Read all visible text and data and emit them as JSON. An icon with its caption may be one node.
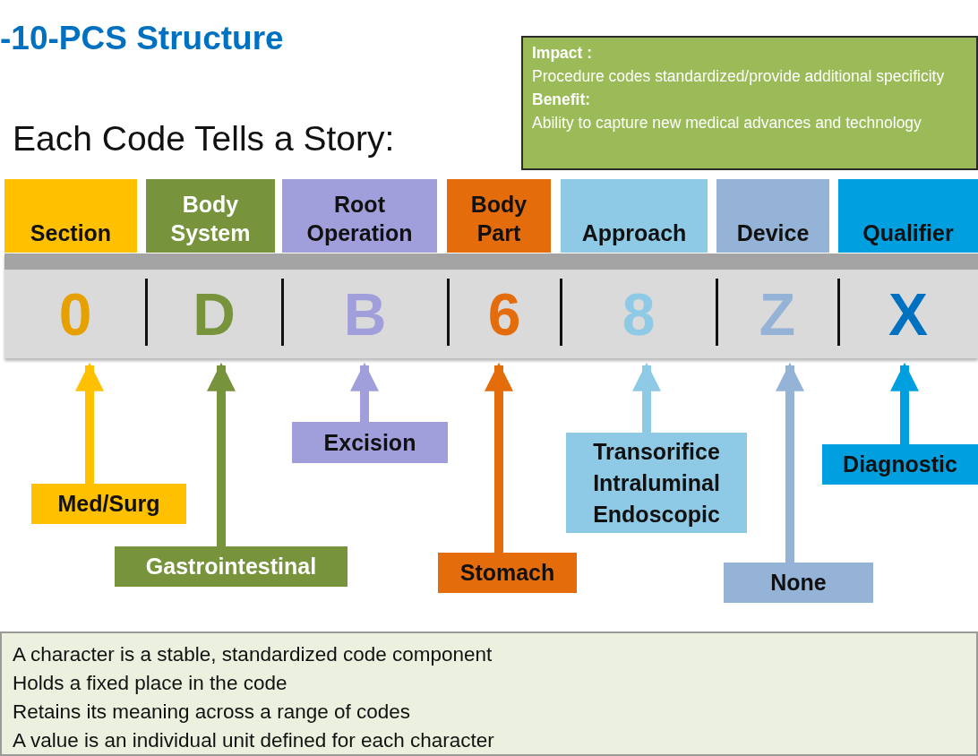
{
  "diagram": {
    "title": "-10-PCS Structure",
    "nodes": [
      {
        "text": [
          "Impact :",
          "Procedure codes standardized/provide additional specificity",
          "Benefit:",
          "Ability to capture new medical advances and technology"
        ]
      },
      {
        "text": [
          "Section"
        ]
      },
      {
        "text": [
          "Body System"
        ]
      },
      {
        "text": [
          "Root Operation"
        ]
      },
      {
        "text": [
          "Body Part"
        ]
      },
      {
        "text": [
          "Approach"
        ]
      },
      {
        "text": [
          "Device"
        ]
      },
      {
        "text": [
          "Qualifier"
        ]
      },
      {
        "text": [],
        "shape": "bar"
      },
      {
        "text": [
          "0"
        ],
        "in": 8
      },
      {
        "text": [
          "D"
        ],
        "in": 8
      },
      {
        "text": [
          "B"
        ],
        "in": 8
      },
      {
        "text": [
          "6"
        ],
        "in": 8
      },
      {
        "text": [
          "8"
        ],
        "in": 8
      },
      {
        "text": [
          "Z"
        ],
        "in": 8
      },
      {
        "text": [
          "X"
        ],
        "in": 8
      },
      {
        "text": [
          "Med/Surg"
        ]
      },
      {
        "text": [
          "Gastrointestinal"
        ]
      },
      {
        "text": [
          "Excision"
        ]
      },
      {
        "text": [
          "Stomach"
        ]
      },
      {
        "text": [
          "Transorifice Intraluminal Endoscopic"
        ]
      },
      {
        "text": [
          "None"
        ]
      },
      {
        "text": [
          "Diagnostic"
        ]
      },
      {
        "text": [
          "A character is a stable, standardized code component",
          "Holds a fixed place in the code",
          "Retains its meaning across a range of codes",
          "A value is an individual unit defined for each character"
        ]
      }
    ],
    "edges": [
      {
        "from": 16,
        "to": 9,
        "arrow": "to",
        "color": "#ffc000"
      },
      {
        "from": 17,
        "to": 10,
        "arrow": "to",
        "color": "#77933c"
      },
      {
        "from": 18,
        "to": 11,
        "arrow": "to",
        "color": "#a09fdc"
      },
      {
        "from": 19,
        "to": 12,
        "arrow": "to",
        "color": "#e46c0a"
      },
      {
        "from": 20,
        "to": 13,
        "arrow": "to",
        "color": "#8ecae6"
      },
      {
        "from": 21,
        "to": 14,
        "arrow": "to",
        "color": "#95b3d7"
      },
      {
        "from": 22,
        "to": 15,
        "arrow": "to",
        "color": "#00a0e0"
      }
    ],
    "labels": [
      "Each Code Tells a Story:"
    ]
  }
}
